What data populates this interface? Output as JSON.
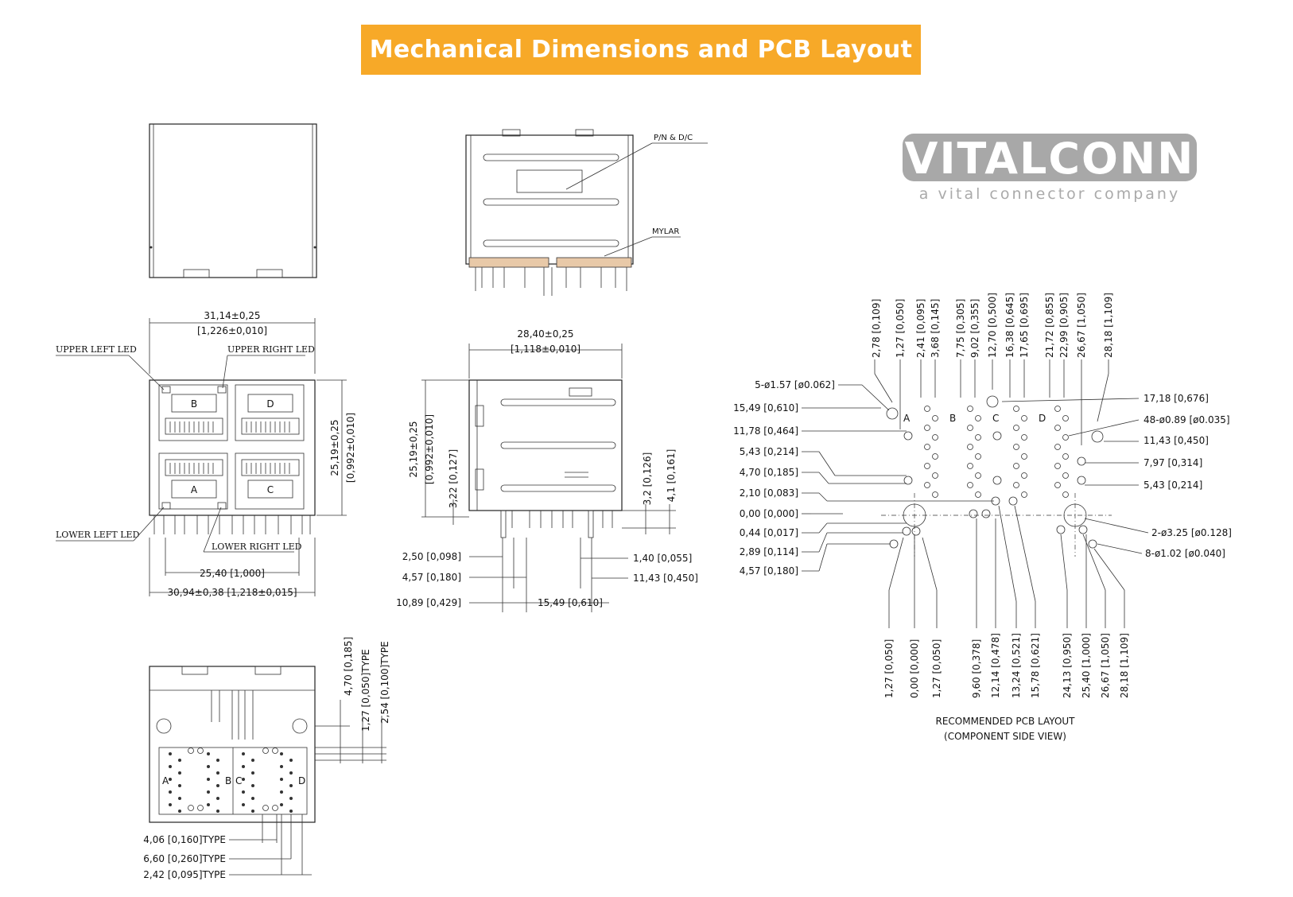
{
  "header": {
    "title": "Mechanical Dimensions and PCB Layout"
  },
  "logo": {
    "brand": "VITALCONN",
    "tagline": "a vital connector company"
  },
  "side_view": {
    "pn_dc": "P/N & D/C",
    "mylar": "MYLAR"
  },
  "front_view": {
    "width_top": "31,14±0,25",
    "width_top_in": "[1,226±0,010]",
    "upper_left_led": "UPPER LEFT LED",
    "upper_right_led": "UPPER RIGHT LED",
    "lower_left_led": "LOWER LEFT LED",
    "lower_right_led": "LOWER RIGHT LED",
    "height": "25,19±0,25",
    "height_in": "[0,992±0,010]",
    "pitch": "25,40 [1,000]",
    "width_bottom": "30,94±0,38 [1,218±0,015]",
    "port_b": "B",
    "port_d": "D",
    "port_a": "A",
    "port_c": "C"
  },
  "right_view": {
    "width": "28,40±0,25",
    "width_in": "[1,118±0,010]",
    "height": "25,19±0,25",
    "height_in": "[0,992±0,010]",
    "d_322": "3,22 [0,127]",
    "d_32": "3,2 [0,126]",
    "d_41": "4,1 [0,161]",
    "d_250": "2,50 [0,098]",
    "d_457": "4,57 [0,180]",
    "d_1089": "10,89 [0,429]",
    "d_140": "1,40 [0,055]",
    "d_1143": "11,43 [0,450]",
    "d_1549": "15,49 [0,610]"
  },
  "bottom_view": {
    "d_470": "4,70 [0,185]",
    "d_127": "1,27 [0,050]TYPE",
    "d_254": "2,54 [0,100]TYPE",
    "d_406": "4,06 [0,160]TYPE",
    "d_660": "6,60 [0,260]TYPE",
    "d_242": "2,42 [0,095]TYPE"
  },
  "pcb": {
    "top_labels": [
      "2,78 [0,109]",
      "1,27 [0,050]",
      "2,41 [0,095]",
      "3,68 [0,145]",
      "7,75 [0,305]",
      "9,02 [0,355]",
      "12,70 [0,500]",
      "16,38 [0,645]",
      "17,65 [0,695]",
      "21,72 [0,855]",
      "22,99 [0,905]",
      "26,67 [1,050]",
      "28,18 [1,109]"
    ],
    "left_labels": [
      "5-ø1.57 [ø0.062]",
      "15,49 [0,610]",
      "11,78 [0,464]",
      "5,43 [0,214]",
      "4,70 [0,185]",
      "2,10 [0,083]",
      "0,00 [0,000]",
      "0,44 [0,017]",
      "2,89 [0,114]",
      "4,57 [0,180]"
    ],
    "right_labels": [
      "17,18 [0,676]",
      "48-ø0.89 [ø0.035]",
      "11,43 [0,450]",
      "7,97 [0,314]",
      "5,43 [0,214]",
      "2-ø3.25 [ø0.128]",
      "8-ø1.02 [ø0.040]"
    ],
    "bottom_labels": [
      "1,27 [0,050]",
      "0,00 [0,000]",
      "1,27 [0,050]",
      "9,60 [0,378]",
      "12,14 [0,478]",
      "13,24 [0,521]",
      "15,78 [0,621]",
      "24,13 [0,950]",
      "25,40 [1,000]",
      "26,67 [1,050]",
      "28,18 [1,109]"
    ],
    "caption_1": "RECOMMENDED PCB LAYOUT",
    "caption_2": "(COMPONENT SIDE VIEW)",
    "port_labels": [
      "A",
      "B",
      "C",
      "D"
    ]
  }
}
